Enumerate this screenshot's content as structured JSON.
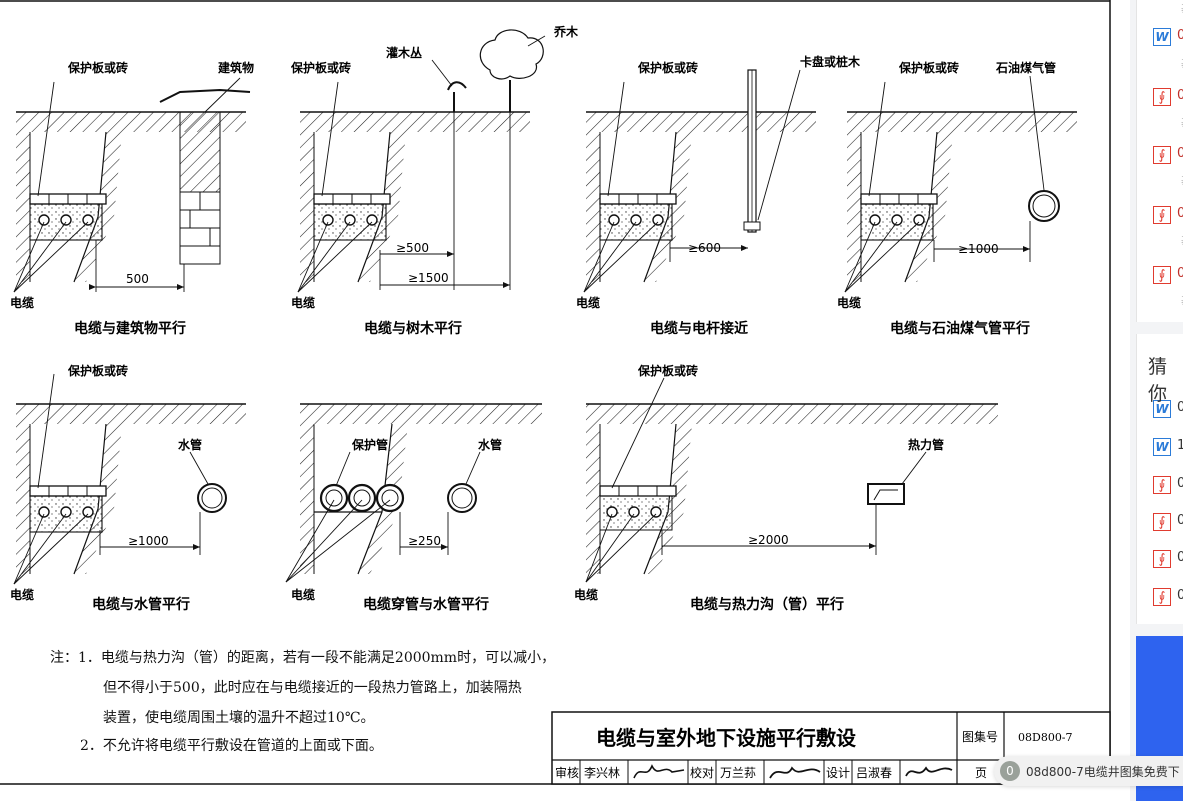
{
  "drawing": {
    "labels": {
      "cover": "保护板或砖",
      "building": "建筑物",
      "shrub": "灌木丛",
      "tree": "乔木",
      "pole": "卡盘或桩木",
      "gas_pipe": "石油煤气管",
      "water_pipe": "水管",
      "protect_pipe": "保护管",
      "heat_pipe": "热力管",
      "cable": "电缆"
    },
    "dims": {
      "building": "500",
      "tree_near": "≥500",
      "tree_far": "≥1500",
      "pole": "≥600",
      "gas": "≥1000",
      "water": "≥1000",
      "tube_water": "≥250",
      "heat": "≥2000"
    },
    "captions": {
      "building": "电缆与建筑物平行",
      "tree": "电缆与树木平行",
      "pole": "电缆与电杆接近",
      "gas": "电缆与石油煤气管平行",
      "water": "电缆与水管平行",
      "tube_water": "电缆穿管与水管平行",
      "heat": "电缆与热力沟（管）平行"
    },
    "notes": {
      "line1": "注：1．电缆与热力沟（管）的距离，若有一段不能满足2000mm时，可以减小，",
      "line2": "但不得小于500，此时应在与电缆接近的一段热力管路上，加装隔热",
      "line3": "装置，使电缆周围土壤的温升不超过10℃。",
      "line4": "2．不允许将电缆平行敷设在管道的上面或下面。"
    },
    "title_block": {
      "title": "电缆与室外地下设施平行敷设",
      "atlas_label": "图集号",
      "atlas_no": "08D800-7",
      "review_label": "审核",
      "reviewer": "李兴林",
      "check_label": "校对",
      "checker": "万兰荪",
      "design_label": "设计",
      "designer": "吕淑春",
      "page_label": "页"
    }
  },
  "sidebar": {
    "files": [
      {
        "type": "word",
        "label": "0"
      },
      {
        "type": "pdf",
        "label": "0"
      },
      {
        "type": "pdf",
        "label": "0"
      },
      {
        "type": "pdf",
        "label": "0"
      },
      {
        "type": "pdf",
        "label": "0"
      }
    ],
    "guess_title": "猜你",
    "guess_files": [
      {
        "type": "word",
        "label": "0"
      },
      {
        "type": "word",
        "label": "1"
      },
      {
        "type": "pdf",
        "label": "0"
      },
      {
        "type": "pdf",
        "label": "0"
      },
      {
        "type": "pdf",
        "label": "0"
      },
      {
        "type": "pdf",
        "label": "0"
      }
    ]
  },
  "float_pill": {
    "badge": "0",
    "text": "08d800-7电缆井图集免费下"
  }
}
